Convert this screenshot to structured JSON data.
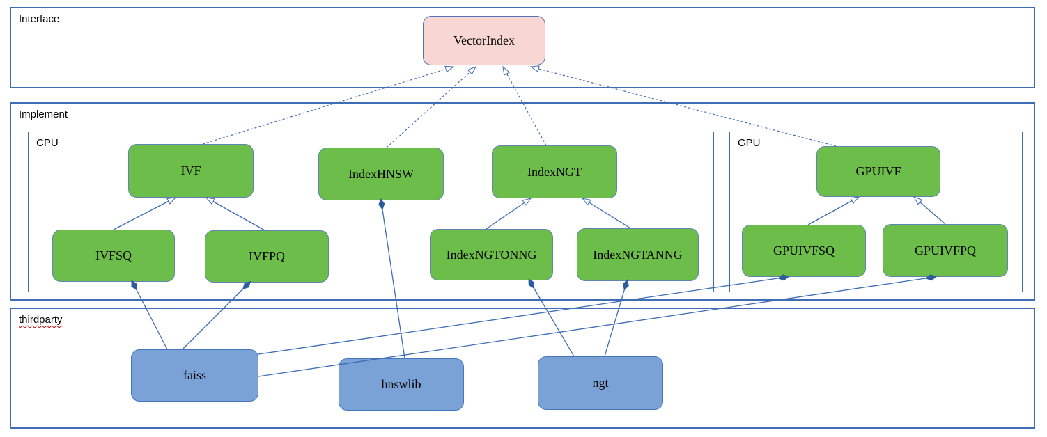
{
  "diagram": {
    "containers": [
      {
        "id": "interface",
        "label": "Interface"
      },
      {
        "id": "implement",
        "label": "Implement"
      },
      {
        "id": "cpu",
        "label": "CPU"
      },
      {
        "id": "gpu",
        "label": "GPU"
      },
      {
        "id": "thirdparty",
        "label": "thirdparty"
      }
    ],
    "nodes": [
      {
        "id": "vectorindex",
        "label": "VectorIndex",
        "kind": "interface-class",
        "container": "interface"
      },
      {
        "id": "ivf",
        "label": "IVF",
        "kind": "class",
        "container": "cpu"
      },
      {
        "id": "indexhnsw",
        "label": "IndexHNSW",
        "kind": "class",
        "container": "cpu"
      },
      {
        "id": "indexngt",
        "label": "IndexNGT",
        "kind": "class",
        "container": "cpu"
      },
      {
        "id": "gpuivf",
        "label": "GPUIVF",
        "kind": "class",
        "container": "gpu"
      },
      {
        "id": "ivfsq",
        "label": "IVFSQ",
        "kind": "class",
        "container": "cpu"
      },
      {
        "id": "ivfpq",
        "label": "IVFPQ",
        "kind": "class",
        "container": "cpu"
      },
      {
        "id": "indexngtonng",
        "label": "IndexNGTONNG",
        "kind": "class",
        "container": "cpu"
      },
      {
        "id": "indexngtanng",
        "label": "IndexNGTANNG",
        "kind": "class",
        "container": "cpu"
      },
      {
        "id": "gpuivfsq",
        "label": "GPUIVFSQ",
        "kind": "class",
        "container": "gpu"
      },
      {
        "id": "gpuivfpq",
        "label": "GPUIVFPQ",
        "kind": "class",
        "container": "gpu"
      },
      {
        "id": "faiss",
        "label": "faiss",
        "kind": "library",
        "container": "thirdparty"
      },
      {
        "id": "hnswlib",
        "label": "hnswlib",
        "kind": "library",
        "container": "thirdparty"
      },
      {
        "id": "ngt",
        "label": "ngt",
        "kind": "library",
        "container": "thirdparty"
      }
    ],
    "edges": [
      {
        "from": "IVF",
        "to": "VectorIndex",
        "type": "realization-dashed-hollow-arrow"
      },
      {
        "from": "IndexHNSW",
        "to": "VectorIndex",
        "type": "realization-dashed-hollow-arrow"
      },
      {
        "from": "IndexNGT",
        "to": "VectorIndex",
        "type": "realization-dashed-hollow-arrow"
      },
      {
        "from": "GPUIVF",
        "to": "VectorIndex",
        "type": "realization-dashed-hollow-arrow"
      },
      {
        "from": "IVFSQ",
        "to": "IVF",
        "type": "inheritance-hollow-arrow"
      },
      {
        "from": "IVFPQ",
        "to": "IVF",
        "type": "inheritance-hollow-arrow"
      },
      {
        "from": "IndexNGTONNG",
        "to": "IndexNGT",
        "type": "inheritance-hollow-arrow"
      },
      {
        "from": "IndexNGTANNG",
        "to": "IndexNGT",
        "type": "inheritance-hollow-arrow"
      },
      {
        "from": "GPUIVFSQ",
        "to": "GPUIVF",
        "type": "inheritance-hollow-arrow"
      },
      {
        "from": "GPUIVFPQ",
        "to": "GPUIVF",
        "type": "inheritance-hollow-arrow"
      },
      {
        "from": "IVFSQ",
        "to": "faiss",
        "type": "composition-filled-diamond"
      },
      {
        "from": "IVFPQ",
        "to": "faiss",
        "type": "composition-filled-diamond"
      },
      {
        "from": "IndexHNSW",
        "to": "hnswlib",
        "type": "composition-filled-diamond"
      },
      {
        "from": "IndexNGTONNG",
        "to": "ngt",
        "type": "composition-filled-diamond"
      },
      {
        "from": "IndexNGTANNG",
        "to": "ngt",
        "type": "composition-filled-diamond"
      },
      {
        "from": "GPUIVFSQ",
        "to": "faiss",
        "type": "composition-filled-diamond"
      },
      {
        "from": "GPUIVFPQ",
        "to": "faiss",
        "type": "composition-filled-diamond"
      }
    ],
    "colors": {
      "class_fill_green": "#6CBD4A",
      "interface_fill_pink": "#F8D6D3",
      "library_fill_blue": "#7AA2D6",
      "container_border_blue": "#3E6CB5",
      "connector_blue": "#3E6CB5",
      "diamond_fill": "#2E5B9E",
      "spellcheck_underline_red": "#CC0000",
      "text_black": "#000000"
    }
  }
}
